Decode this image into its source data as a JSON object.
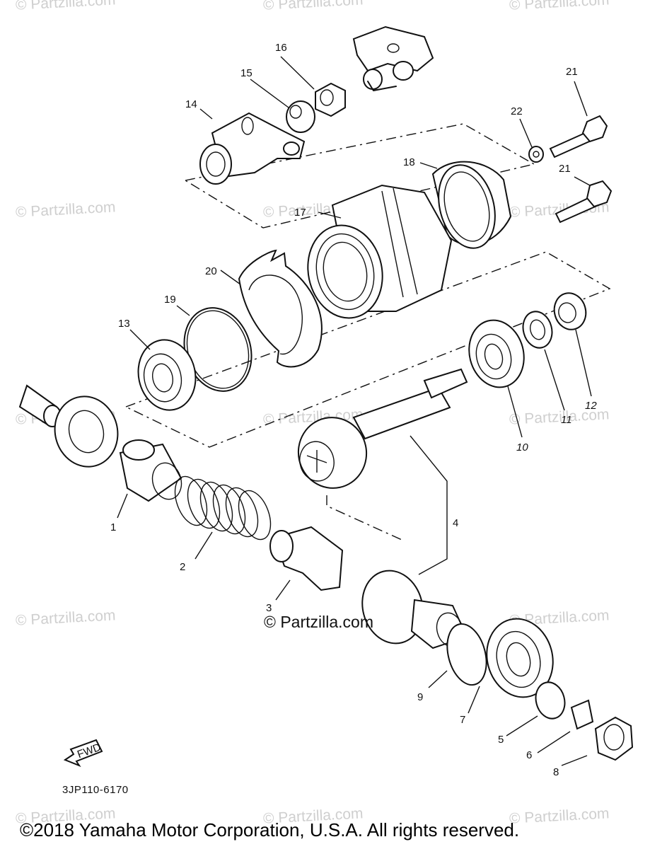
{
  "diagram": {
    "code": "3JP110-6170",
    "copyright": "©2018 Yamaha Motor Corporation, U.S.A. All rights reserved.",
    "center_watermark": "© Partzilla.com",
    "watermark": "© Partzilla.com",
    "fwd_label": "FWD",
    "callouts": [
      "1",
      "2",
      "3",
      "4",
      "5",
      "6",
      "7",
      "8",
      "9",
      "10",
      "11",
      "12",
      "13",
      "14",
      "15",
      "16",
      "17",
      "18",
      "19",
      "20",
      "21",
      "21",
      "22"
    ]
  }
}
